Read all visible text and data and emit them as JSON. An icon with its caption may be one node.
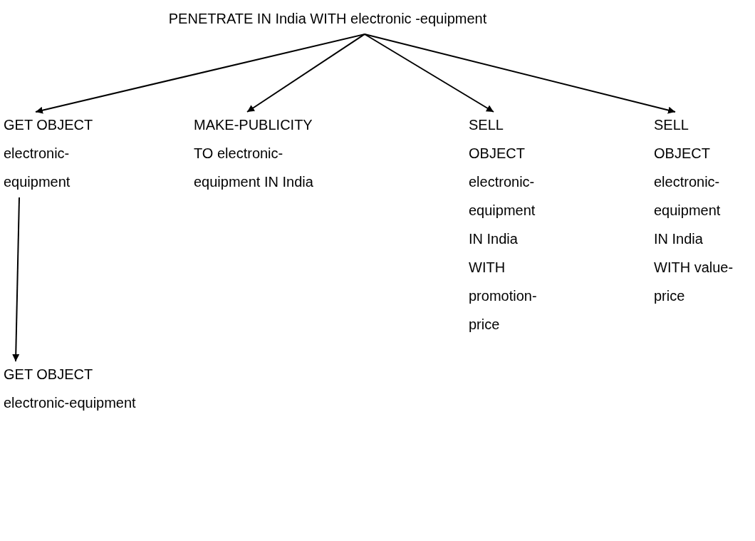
{
  "diagram": {
    "nodes": [
      {
        "text": [
          "PENETRATE IN India WITH electronic -equipment"
        ]
      },
      {
        "text": [
          "GET OBJECT electronic-equipment"
        ]
      },
      {
        "text": [
          "MAKE-PUBLICITY TO electronic-equipment IN India"
        ]
      },
      {
        "text": [
          "SELL OBJECT electronic-equipment IN India WITH promotion-price"
        ]
      },
      {
        "text": [
          "SELL OBJECT electronic-equipment IN India WITH value-price"
        ]
      },
      {
        "text": [
          "GET OBJECT electronic-equipment"
        ]
      }
    ],
    "edges": [
      {
        "from": 0,
        "to": 1,
        "arrow": "to"
      },
      {
        "from": 0,
        "to": 2,
        "arrow": "to"
      },
      {
        "from": 0,
        "to": 3,
        "arrow": "to"
      },
      {
        "from": 0,
        "to": 4,
        "arrow": "to"
      },
      {
        "from": 1,
        "to": 5,
        "arrow": "to"
      }
    ]
  }
}
